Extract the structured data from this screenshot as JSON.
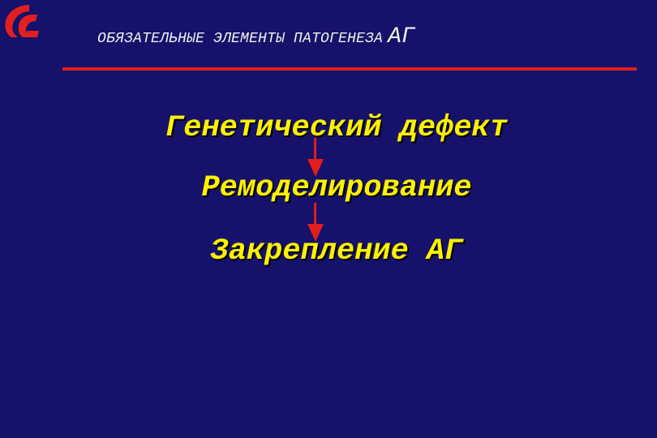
{
  "header": {
    "title_main": "ОБЯЗАТЕЛЬНЫЕ ЭЛЕМЕНТЫ ПАТОГЕНЕЗА",
    "title_abbr": "АГ"
  },
  "flow": {
    "steps": [
      "Генетический дефект",
      "Ремоделирование",
      "Закрепление АГ"
    ]
  },
  "colors": {
    "background": "#16116a",
    "divider": "#e11d1d",
    "step_text": "#fff200",
    "arrow": "#e11d1d",
    "logo": "#e02020"
  },
  "logo": {
    "icon": "brand-logo-icon"
  }
}
